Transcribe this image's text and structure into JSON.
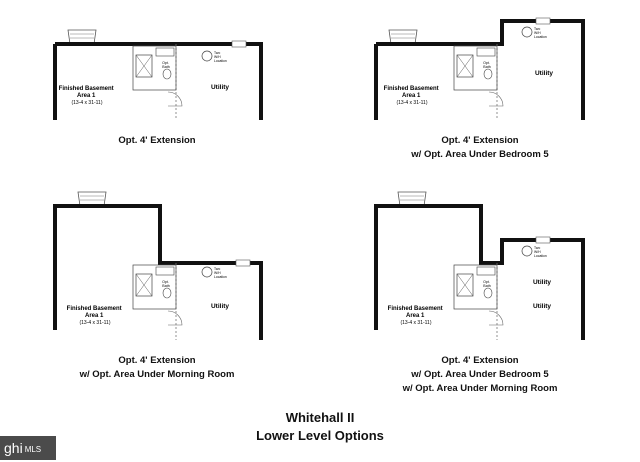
{
  "plans": [
    {
      "id": "p1",
      "caption_lines": [
        "Opt. 4' Extension"
      ],
      "room_lines": [
        "Finished Basement",
        "Area 1",
        "(13-4 x 31-11)"
      ],
      "utility_labels": [
        "Utility"
      ],
      "bath_lines": [
        "Opt.",
        "Bath"
      ],
      "wh_lines": [
        "Two",
        "W/H",
        "Location"
      ]
    },
    {
      "id": "p2",
      "caption_lines": [
        "Opt. 4' Extension",
        "w/ Opt. Area Under Bedroom 5"
      ],
      "room_lines": [
        "Finished Basement",
        "Area 1",
        "(13-4 x 31-11)"
      ],
      "utility_labels": [
        "Utility"
      ],
      "bath_lines": [
        "Opt.",
        "Bath"
      ],
      "wh_lines": [
        "Two",
        "W/H",
        "Location"
      ]
    },
    {
      "id": "p3",
      "caption_lines": [
        "Opt. 4' Extension",
        "w/ Opt. Area Under Morning Room"
      ],
      "room_lines": [
        "Finished Basement",
        "Area 1",
        "(13-4 x 31-11)"
      ],
      "utility_labels": [
        "Utility"
      ],
      "bath_lines": [
        "Opt.",
        "Bath"
      ],
      "wh_lines": [
        "Two",
        "W/H",
        "Location"
      ]
    },
    {
      "id": "p4",
      "caption_lines": [
        "Opt. 4' Extension",
        "w/ Opt. Area Under Bedroom 5",
        "w/ Opt. Area Under Morning Room"
      ],
      "room_lines": [
        "Finished Basement",
        "Area 1",
        "(13-4 x 31-11)"
      ],
      "utility_labels": [
        "Utility",
        "Utility"
      ],
      "bath_lines": [
        "Opt.",
        "Bath"
      ],
      "wh_lines": [
        "Two",
        "W/H",
        "Location"
      ]
    }
  ],
  "title_lines": [
    "Whitehall II",
    "Lower Level Options"
  ],
  "watermark": {
    "brand": "ghi",
    "suffix": "MLS"
  },
  "colors": {
    "wall": "#111111",
    "background": "#ffffff",
    "watermark_bg": "#4b4b4b"
  }
}
